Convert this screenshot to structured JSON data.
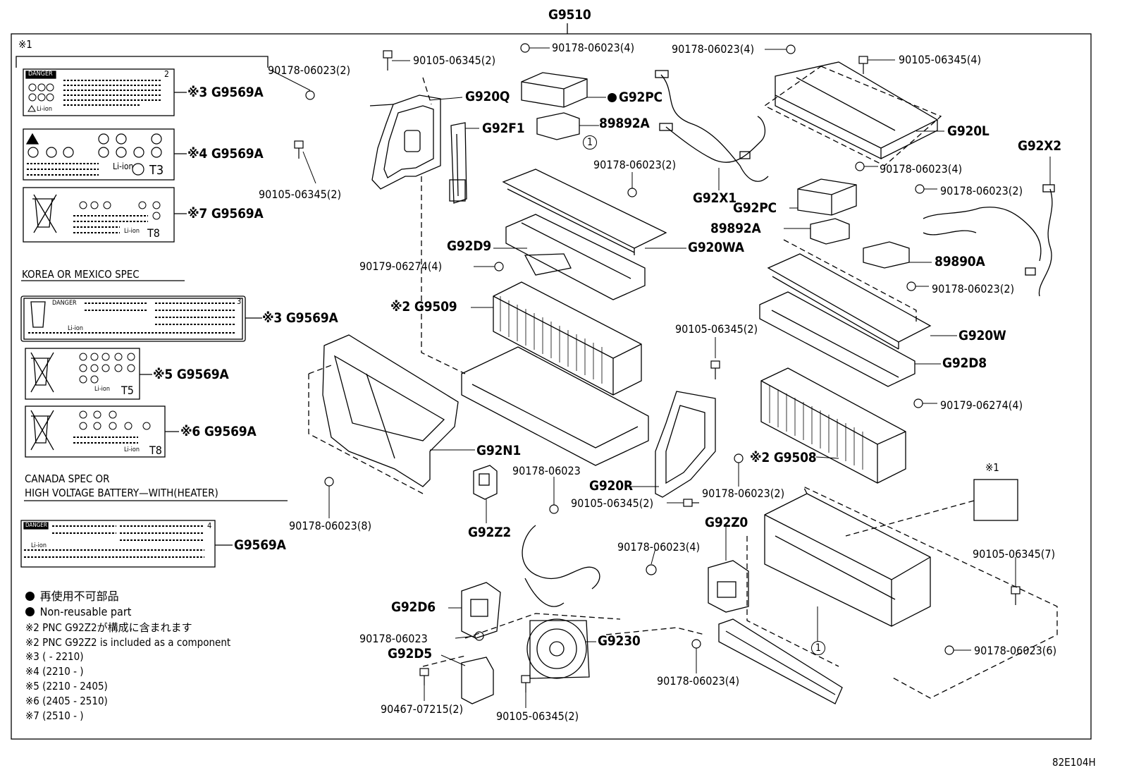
{
  "diagram_code": "G9510",
  "ref_code": "82E104H",
  "mark_1": "※1",
  "circle_1": "1",
  "spec_headers": {
    "korea_mexico": "KOREA OR MEXICO SPEC",
    "canada_line1": "CANADA SPEC OR",
    "canada_line2": "HIGH VOLTAGE BATTERY—WITH(HEATER)"
  },
  "label_callouts": {
    "l1": "※3 G9569A",
    "l2": "※4 G9569A",
    "l3": "※7 G9569A",
    "l4": "※3 G9569A",
    "l5": "※5 G9569A",
    "l6": "※6 G9569A",
    "l7": "G9569A"
  },
  "label_text": {
    "danger": "DANGER",
    "li_ion": "Li-ion",
    "t3": "T3",
    "t5": "T5",
    "t8": "T8",
    "n2": "2",
    "n3": "3",
    "n4": "4"
  },
  "parts": {
    "g920q": "G920Q",
    "g92f1": "G92F1",
    "g92pc_top": "G92PC",
    "p89892a_top": "89892A",
    "g920l": "G920L",
    "g92x2": "G92X2",
    "g92x1": "G92X1",
    "g92pc_mid": "G92PC",
    "p89892a_mid": "89892A",
    "p89890a": "89890A",
    "g92d9": "G92D9",
    "g920wa": "G920WA",
    "g9509": "※2 G9509",
    "g920w": "G920W",
    "g92d8": "G92D8",
    "g9508": "※2 G9508",
    "g92n1": "G92N1",
    "g920r": "G920R",
    "g92z2": "G92Z2",
    "g92z0": "G92Z0",
    "g92d6": "G92D6",
    "g92d5": "G92D5",
    "g9230": "G9230"
  },
  "part_numbers": {
    "a": "90105-06345(2)",
    "b": "90178-06023(4)",
    "c": "90178-06023(4)",
    "d": "90105-06345(4)",
    "e": "90178-06023(2)",
    "f": "90105-06345(2)",
    "g": "90178-06023(2)",
    "h": "90178-06023(4)",
    "i": "90178-06023(2)",
    "j": "90179-06274(4)",
    "k": "90178-06023(2)",
    "l": "90105-06345(2)",
    "m": "90179-06274(4)",
    "n": "90178-06023(8)",
    "o": "90178-06023",
    "p": "90105-06345(2)",
    "q": "90178-06023(2)",
    "r": "90178-06023(4)",
    "s": "90105-06345(7)",
    "t": "90178-06023",
    "u": "90467-07215(2)",
    "v": "90105-06345(2)",
    "w": "90178-06023(4)",
    "x": "90178-06023(6)"
  },
  "legend": {
    "jp_nonreuse": "再使用不可部品",
    "en_nonreuse": "Non-reusable part",
    "note2_jp": "※2 PNC G92Z2が構成に含まれます",
    "note2_en": "※2 PNC G92Z2 is included as a component",
    "note3": "※3 (    - 2210)",
    "note4": "※4 (2210 -     )",
    "note5": "※5 (2210 - 2405)",
    "note6": "※6 (2405 - 2510)",
    "note7": "※7 (2510 -     )"
  }
}
